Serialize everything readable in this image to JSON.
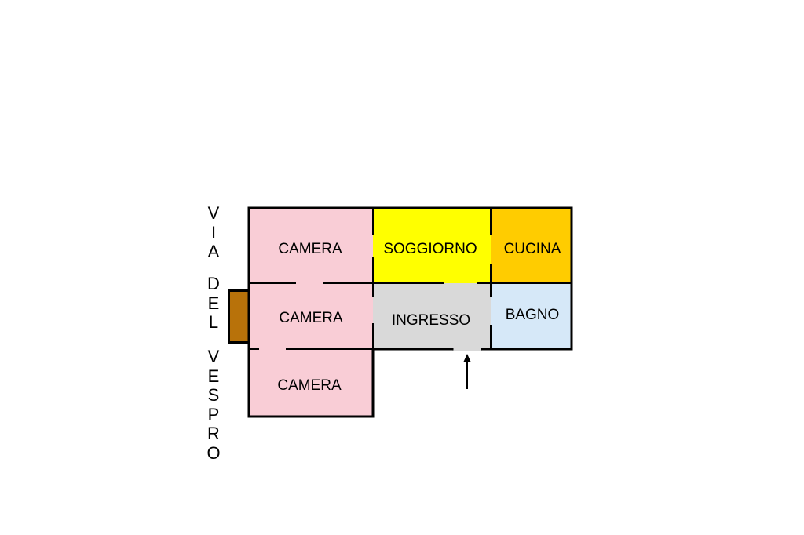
{
  "street": {
    "line1": "VIA",
    "line2": "DEL",
    "line3": "VESPRO"
  },
  "rooms": {
    "camera_top": {
      "label": "CAMERA",
      "color": "#f9cdd6"
    },
    "camera_middle": {
      "label": "CAMERA",
      "color": "#f9cdd6"
    },
    "camera_bottom": {
      "label": "CAMERA",
      "color": "#f9cdd6"
    },
    "soggiorno": {
      "label": "SOGGIORNO",
      "color": "#ffff00"
    },
    "cucina": {
      "label": "CUCINA",
      "color": "#ffcc00"
    },
    "ingresso": {
      "label": "INGRESSO",
      "color": "#d9d9d9"
    },
    "bagno": {
      "label": "BAGNO",
      "color": "#d6e8f8"
    }
  },
  "colors": {
    "wall": "#000000",
    "balcony": "#b8720a"
  },
  "icons": {
    "entrance": "arrow-up-icon"
  }
}
